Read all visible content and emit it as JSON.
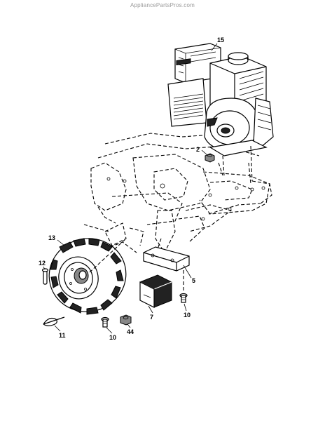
{
  "watermark": "AppliancePartsPros.com",
  "callouts": {
    "engine": "15",
    "nut": "2",
    "wheel": "13",
    "pin": "12",
    "bracket": "5",
    "bolt_right": "10",
    "bolt_left": "10",
    "block": "7",
    "nut_lower": "44",
    "hairpin": "11"
  }
}
